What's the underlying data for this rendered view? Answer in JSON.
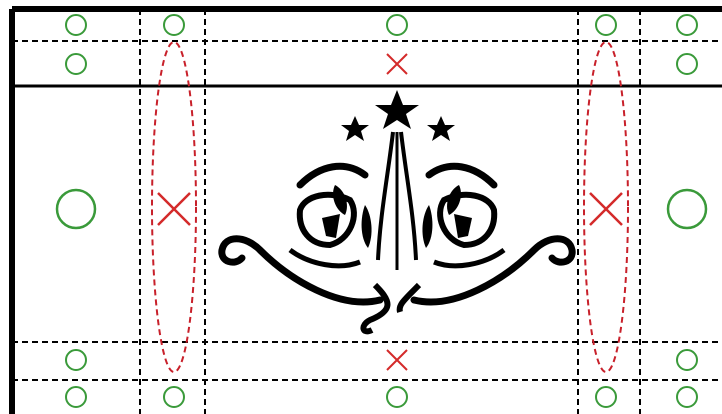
{
  "diagram": {
    "colors": {
      "frame": "#000000",
      "grid": "#000000",
      "ok_mark": "#3a9a3a",
      "reject_mark": "#d42a2a",
      "ellipse": "#c8202a",
      "ornament": "#000000"
    },
    "marks": {
      "ok_symbol": "circle",
      "reject_symbol": "x"
    },
    "cells": [
      {
        "row": "top-strip",
        "col": "left-strip",
        "mark": "circle"
      },
      {
        "row": "top-strip",
        "col": "left-inner",
        "mark": "circle"
      },
      {
        "row": "top-strip",
        "col": "center",
        "mark": "circle"
      },
      {
        "row": "top-strip",
        "col": "right-inner",
        "mark": "circle"
      },
      {
        "row": "top-strip",
        "col": "right-strip",
        "mark": "circle"
      },
      {
        "row": "top-inner",
        "col": "left-strip",
        "mark": "circle"
      },
      {
        "row": "top-inner",
        "col": "center",
        "mark": "x"
      },
      {
        "row": "top-inner",
        "col": "right-strip",
        "mark": "circle"
      },
      {
        "row": "middle",
        "col": "left-strip",
        "mark": "circle-large"
      },
      {
        "row": "middle",
        "col": "left-inner",
        "mark": "x-large"
      },
      {
        "row": "middle",
        "col": "right-inner",
        "mark": "x-large"
      },
      {
        "row": "middle",
        "col": "right-strip",
        "mark": "circle-large"
      },
      {
        "row": "bottom-inner",
        "col": "left-strip",
        "mark": "circle"
      },
      {
        "row": "bottom-inner",
        "col": "center",
        "mark": "x"
      },
      {
        "row": "bottom-inner",
        "col": "right-strip",
        "mark": "circle"
      },
      {
        "row": "bottom-strip",
        "col": "left-strip",
        "mark": "circle"
      },
      {
        "row": "bottom-strip",
        "col": "left-inner",
        "mark": "circle"
      },
      {
        "row": "bottom-strip",
        "col": "center",
        "mark": "circle"
      },
      {
        "row": "bottom-strip",
        "col": "right-inner",
        "mark": "circle"
      },
      {
        "row": "bottom-strip",
        "col": "right-strip",
        "mark": "circle"
      }
    ],
    "ornament_icon": "crest-with-stars-and-swirls-icon",
    "ellipse_columns": [
      "left-inner",
      "right-inner"
    ]
  }
}
